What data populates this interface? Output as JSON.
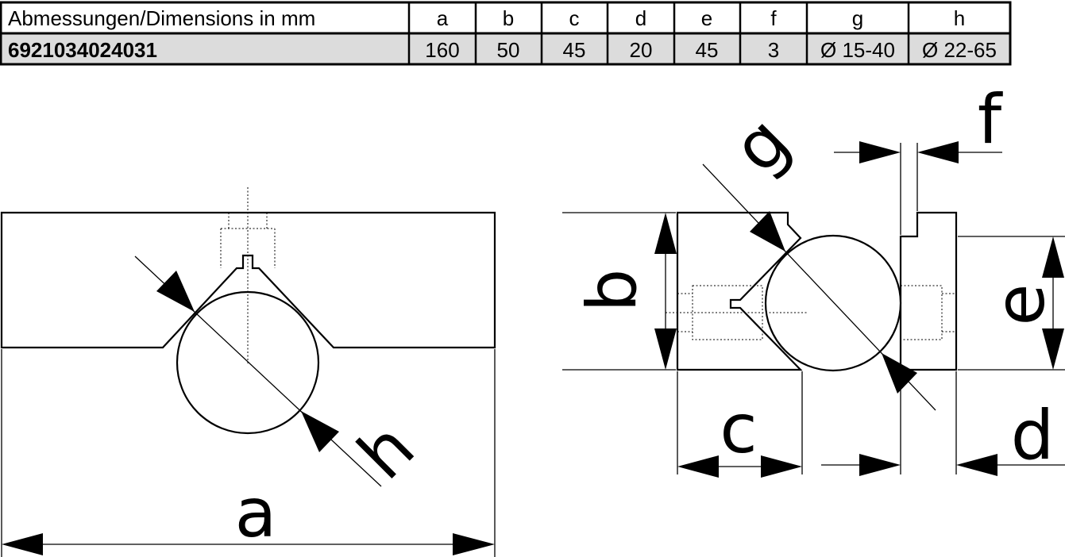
{
  "table": {
    "header_label": "Abmessungen/Dimensions in mm",
    "part_number": "6921034024031",
    "columns": [
      "a",
      "b",
      "c",
      "d",
      "e",
      "f",
      "g",
      "h"
    ],
    "values": [
      "160",
      "50",
      "45",
      "20",
      "45",
      "3",
      "Ø 15-40",
      "Ø 22-65"
    ]
  },
  "labels": {
    "a": "a",
    "b": "b",
    "c": "c",
    "d": "d",
    "e": "e",
    "f": "f",
    "g": "g",
    "h": "h"
  }
}
